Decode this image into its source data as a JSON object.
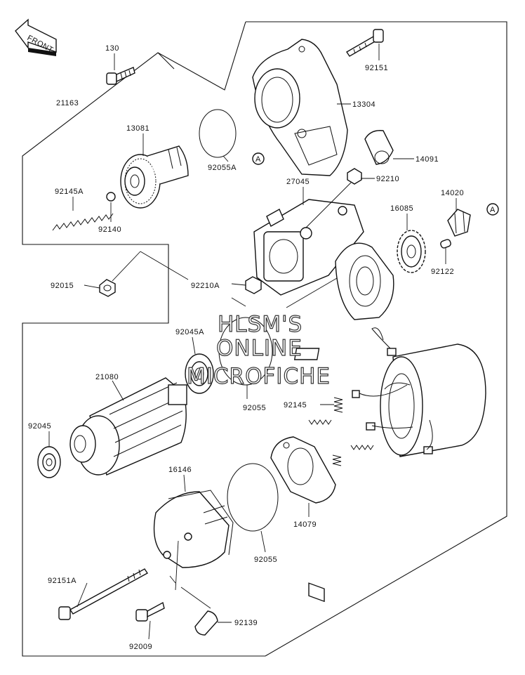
{
  "front_arrow": {
    "text": "FRONT"
  },
  "callouts": {
    "p130": "130",
    "p92151": "92151",
    "p21163": "21163",
    "p13304": "13304",
    "p13081": "13081",
    "p14091": "14091",
    "p92055A": "92055A",
    "p27045": "27045",
    "p92210": "92210",
    "p92145A": "92145A",
    "p14020": "14020",
    "p16085": "16085",
    "p92140": "92140",
    "p92122": "92122",
    "p92015": "92015",
    "p92210A": "92210A",
    "p92045A": "92045A",
    "p21080": "21080",
    "p92055_mid": "92055",
    "p92145": "92145",
    "p92045": "92045",
    "p16146": "16146",
    "p14079": "14079",
    "p92055_low": "92055",
    "p92151A": "92151A",
    "p92139": "92139",
    "p92009": "92009"
  },
  "ref_marks": {
    "a1": "A",
    "a2": "A"
  },
  "watermark": {
    "line1": "HLSM'S",
    "line2": "ONLINE",
    "line3": "MICROFICHE"
  }
}
